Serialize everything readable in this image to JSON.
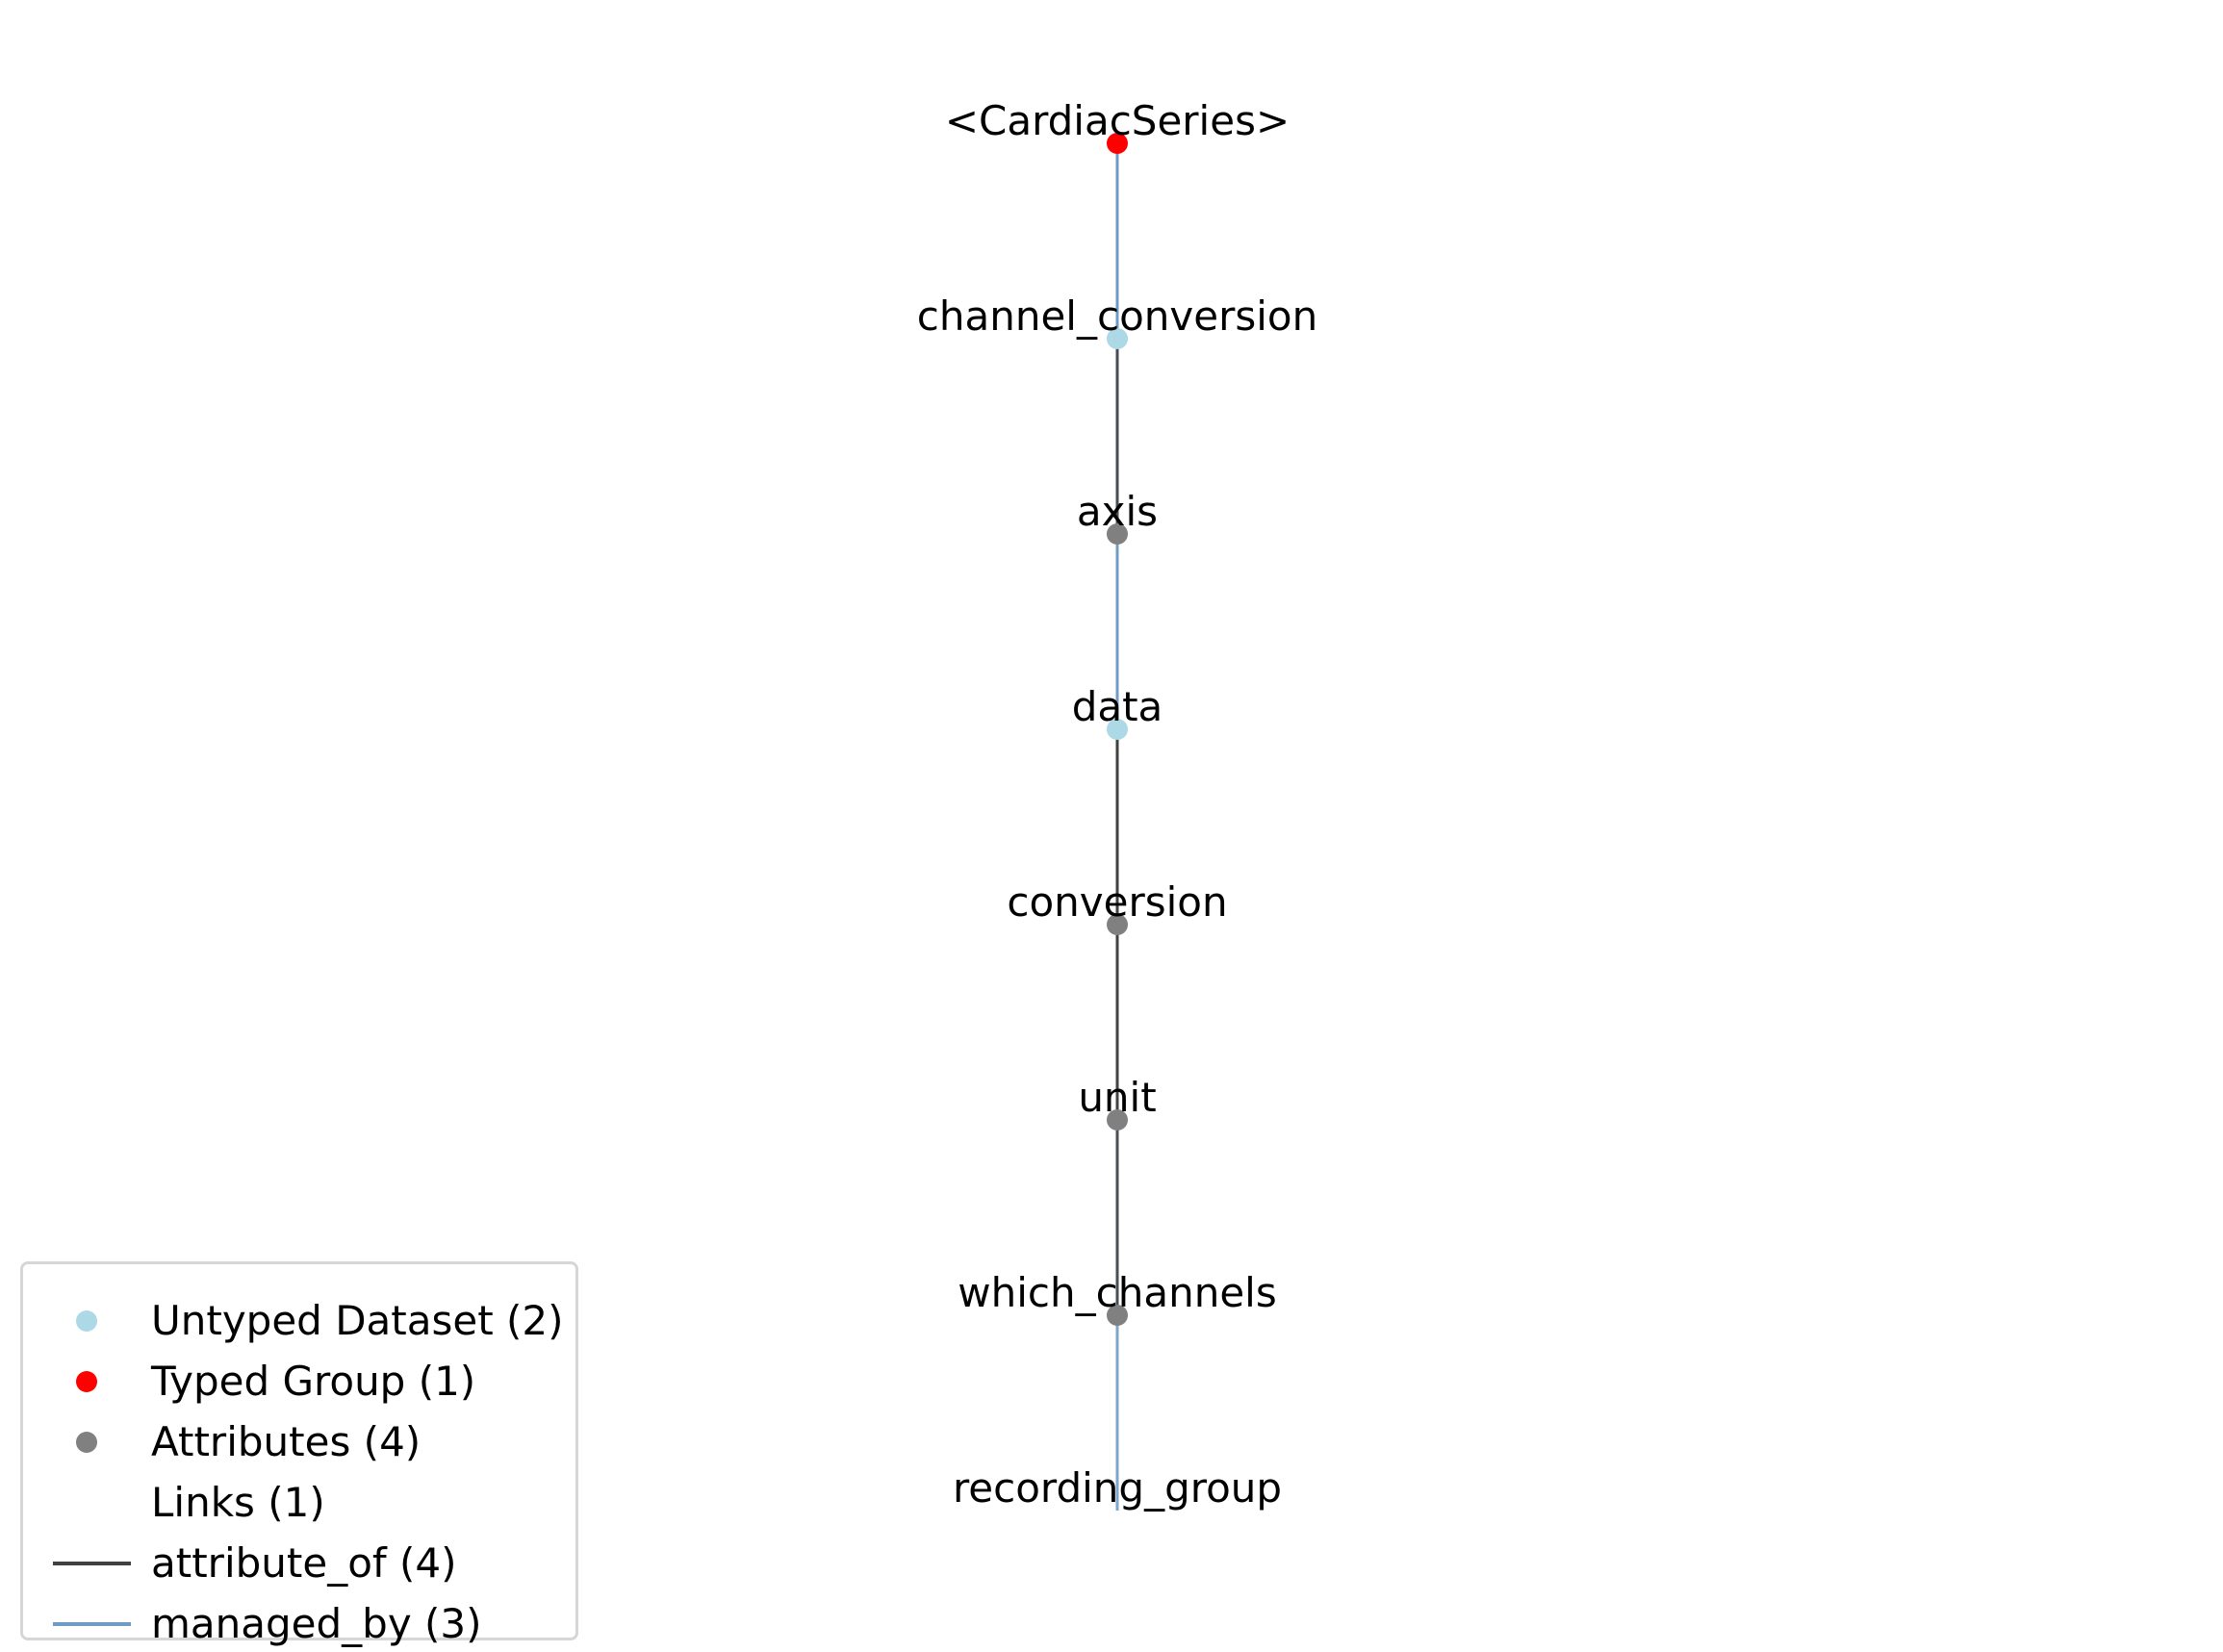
{
  "nodes": [
    {
      "id": "CardiacSeries",
      "label": "<CardiacSeries>",
      "kind": "typed_group"
    },
    {
      "id": "channel_conversion",
      "label": "channel_conversion",
      "kind": "untyped_dataset"
    },
    {
      "id": "axis",
      "label": "axis",
      "kind": "attribute"
    },
    {
      "id": "data",
      "label": "data",
      "kind": "untyped_dataset"
    },
    {
      "id": "conversion",
      "label": "conversion",
      "kind": "attribute"
    },
    {
      "id": "unit",
      "label": "unit",
      "kind": "attribute"
    },
    {
      "id": "which_channels",
      "label": "which_channels",
      "kind": "attribute"
    },
    {
      "id": "recording_group",
      "label": "recording_group",
      "kind": "link"
    }
  ],
  "edges": [
    {
      "from": "CardiacSeries",
      "to": "channel_conversion",
      "type": "managed_by"
    },
    {
      "from": "channel_conversion",
      "to": "axis",
      "type": "attribute_of"
    },
    {
      "from": "CardiacSeries",
      "to": "data",
      "type": "managed_by"
    },
    {
      "from": "data",
      "to": "conversion",
      "type": "attribute_of"
    },
    {
      "from": "data",
      "to": "unit",
      "type": "attribute_of"
    },
    {
      "from": "data",
      "to": "which_channels",
      "type": "attribute_of"
    },
    {
      "from": "CardiacSeries",
      "to": "recording_group",
      "type": "managed_by"
    }
  ],
  "colors": {
    "typed_group": "#ff0000",
    "untyped_dataset": "#add8e6",
    "attribute": "#808080",
    "attribute_of": "#404040",
    "managed_by": "#6f9cc4"
  },
  "legend": {
    "items": [
      {
        "label": "Untyped Dataset (2)",
        "marker": "dot",
        "color": "#add8e6"
      },
      {
        "label": "Typed Group (1)",
        "marker": "dot",
        "color": "#ff0000"
      },
      {
        "label": "Attributes (4)",
        "marker": "dot",
        "color": "#808080"
      },
      {
        "label": "Links (1)",
        "marker": "none",
        "color": ""
      },
      {
        "label": "attribute_of (4)",
        "marker": "line",
        "color": "#404040"
      },
      {
        "label": "managed_by (3)",
        "marker": "line",
        "color": "#6f9cc4"
      }
    ]
  }
}
